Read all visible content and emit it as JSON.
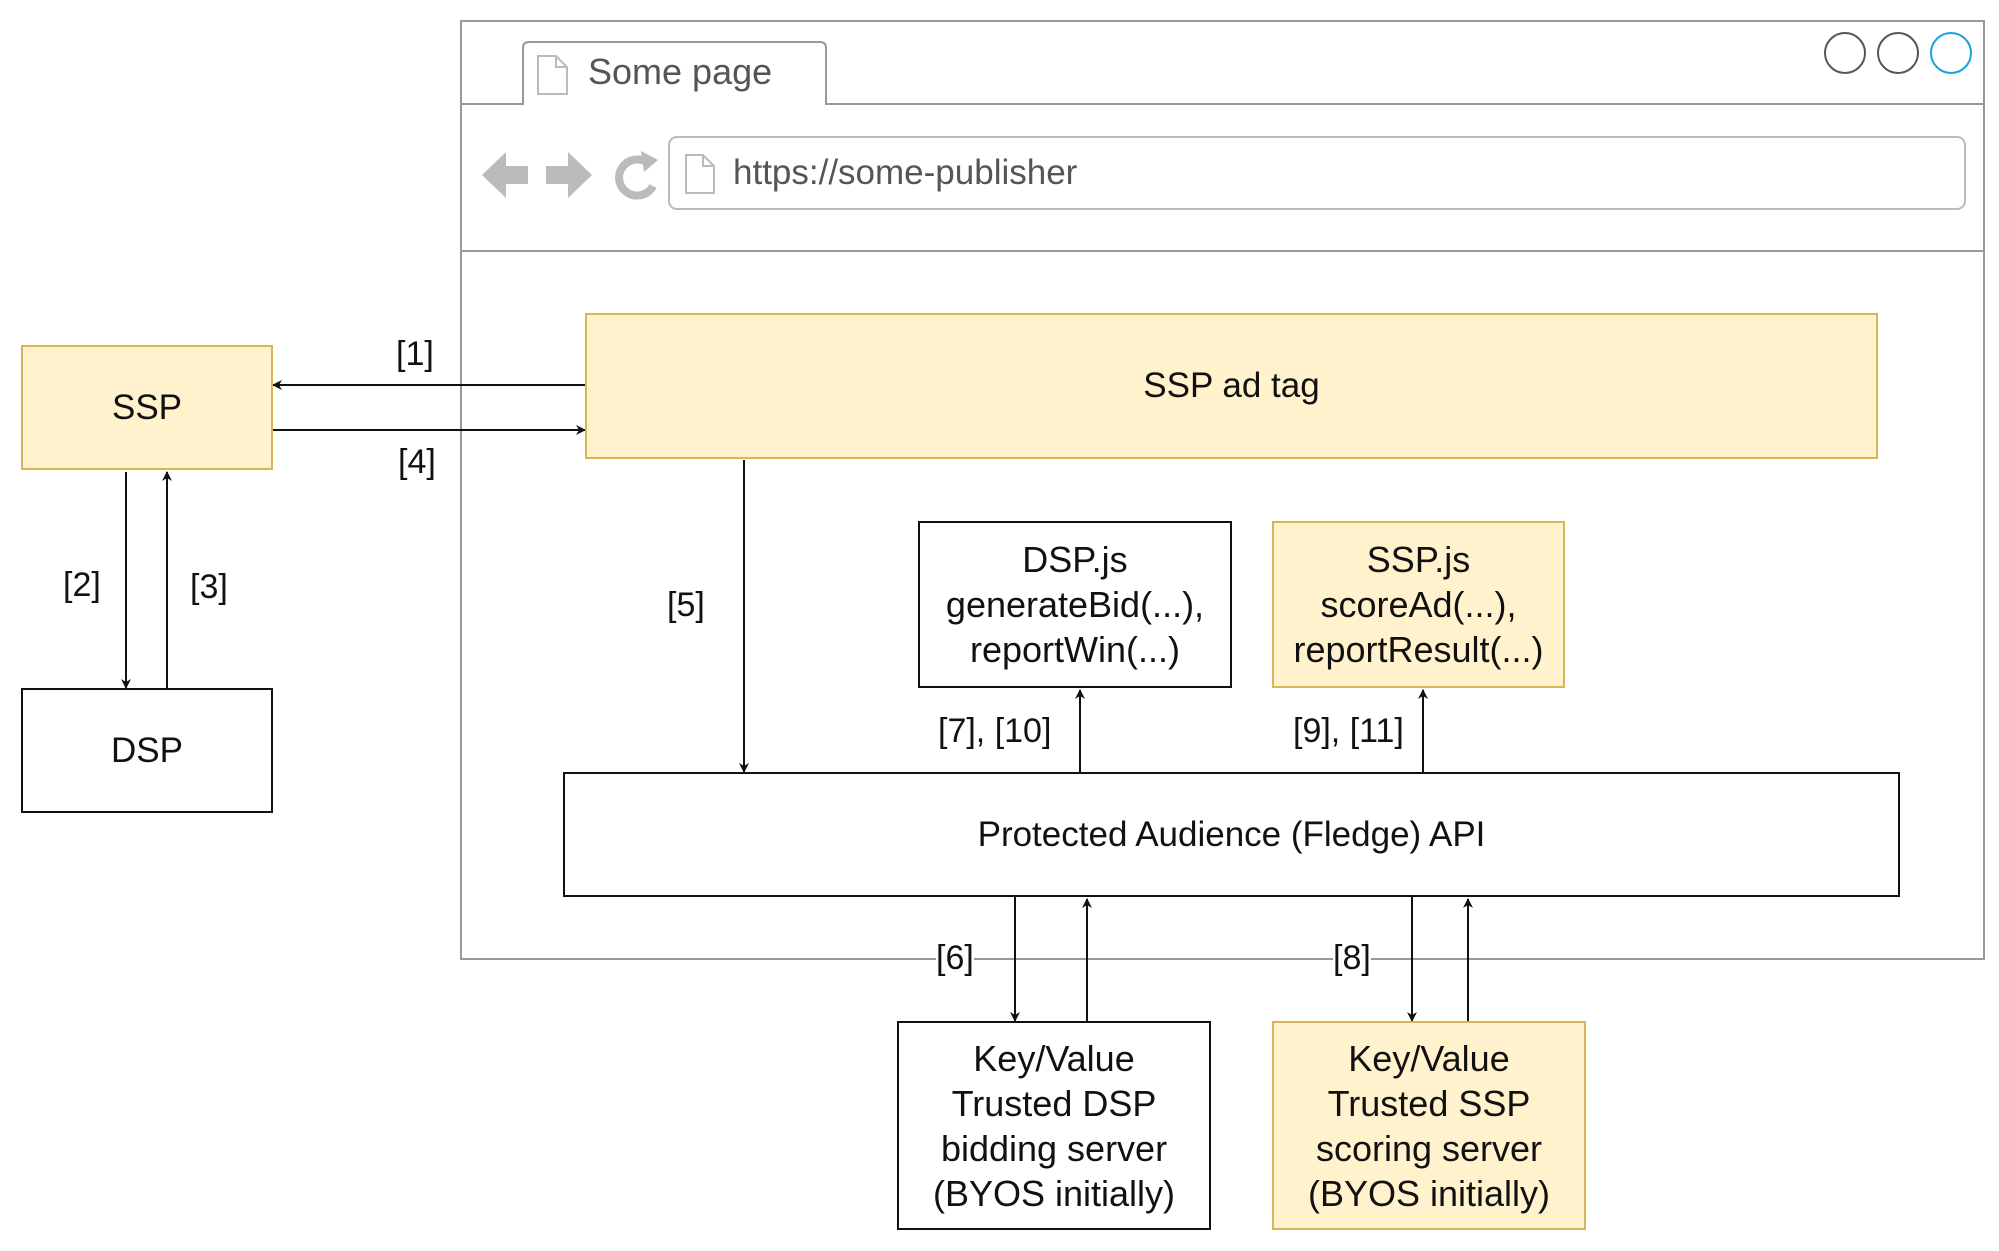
{
  "browser": {
    "tab_title": "Some page",
    "url": "https://some-publisher",
    "icons": [
      "page-icon",
      "back-arrow-icon",
      "forward-arrow-icon",
      "reload-icon",
      "window-control-icon"
    ]
  },
  "nodes": {
    "ssp": "SSP",
    "dsp": "DSP",
    "ssp_ad_tag": "SSP ad tag",
    "dsp_js": [
      "DSP.js",
      "generateBid(...),",
      "reportWin(...)"
    ],
    "ssp_js": [
      "SSP.js",
      "scoreAd(...),",
      "reportResult(...)"
    ],
    "api": "Protected Audience (Fledge) API",
    "kv_dsp": [
      "Key/Value",
      "Trusted DSP",
      "bidding server",
      "(BYOS initially)"
    ],
    "kv_ssp": [
      "Key/Value",
      "Trusted SSP",
      "scoring server",
      "(BYOS initially)"
    ]
  },
  "edge_labels": {
    "e1": "[1]",
    "e2": "[2]",
    "e3": "[3]",
    "e4": "[4]",
    "e5": "[5]",
    "e6": "[6]",
    "e7_10": "[7], [10]",
    "e8": "[8]",
    "e9_11": "[9], [11]"
  },
  "colors": {
    "yellow_fill": "#fff2cc",
    "yellow_border": "#d6b656",
    "browser_border": "#999999",
    "icon_gray": "#bbbbbb",
    "active_circle": "#1ba1e2"
  }
}
